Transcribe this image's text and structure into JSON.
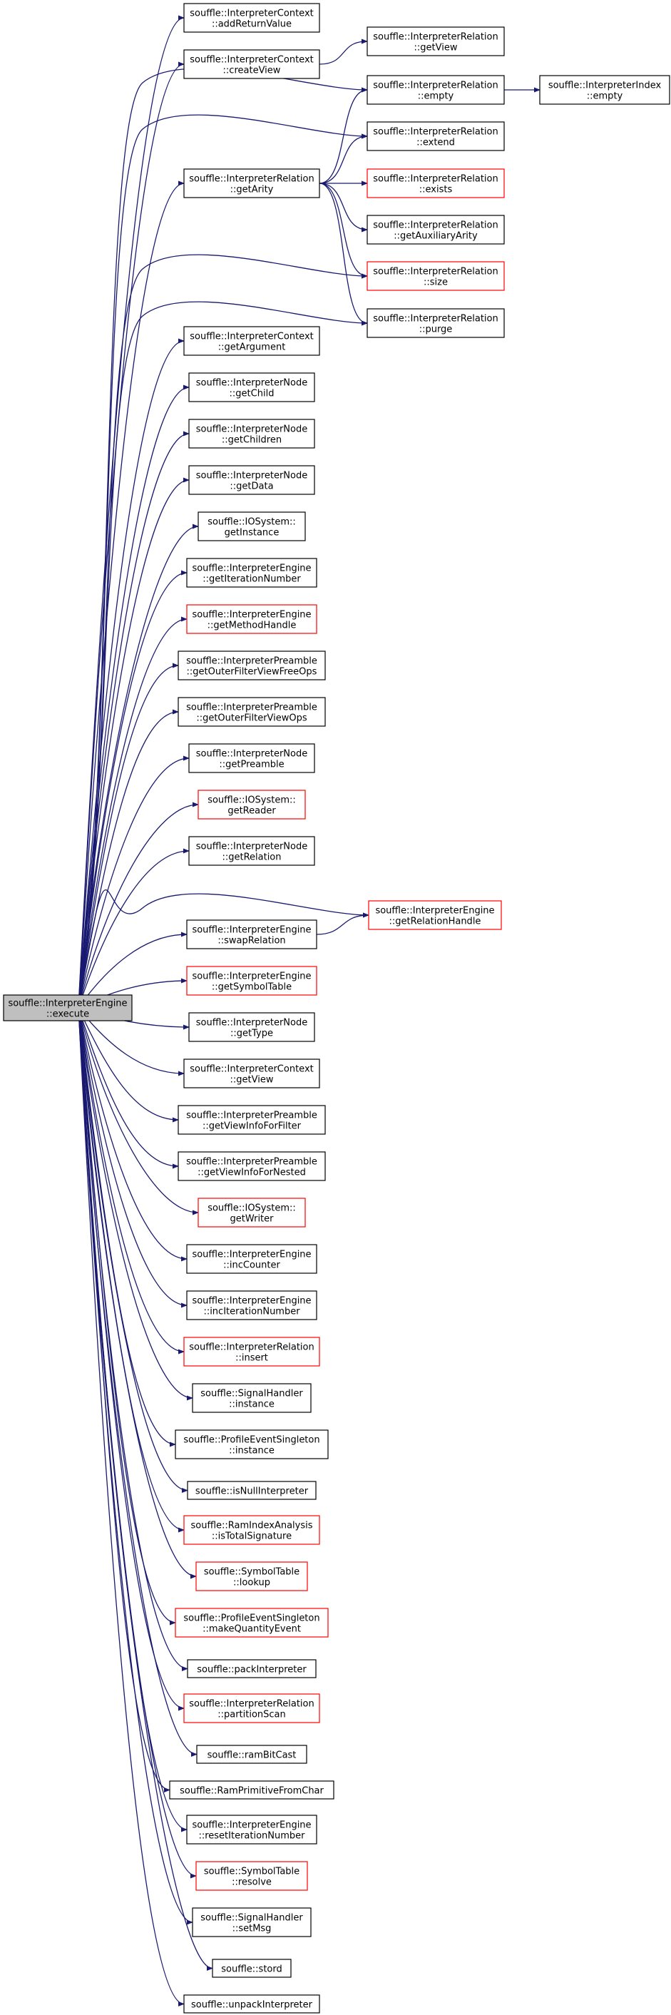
{
  "colors": {
    "edge": "#191970",
    "node_border": "#000000",
    "node_border_incomplete": "#ff0000",
    "root_fill": "#bfbfbf",
    "background": "#ffffff"
  },
  "nodes": [
    {
      "id": "execute",
      "lines": [
        "souffle::InterpreterEngine",
        "::execute"
      ],
      "root": true
    },
    {
      "id": "addReturnValue",
      "lines": [
        "souffle::InterpreterContext",
        "::addReturnValue"
      ]
    },
    {
      "id": "createView",
      "lines": [
        "souffle::InterpreterContext",
        "::createView"
      ]
    },
    {
      "id": "getView_rel",
      "lines": [
        "souffle::InterpreterRelation",
        "::getView"
      ]
    },
    {
      "id": "empty_rel",
      "lines": [
        "souffle::InterpreterRelation",
        "::empty"
      ]
    },
    {
      "id": "empty_idx",
      "lines": [
        "souffle::InterpreterIndex",
        "::empty"
      ]
    },
    {
      "id": "extend",
      "lines": [
        "souffle::InterpreterRelation",
        "::extend"
      ]
    },
    {
      "id": "getArity",
      "lines": [
        "souffle::InterpreterRelation",
        "::getArity"
      ]
    },
    {
      "id": "exists",
      "lines": [
        "souffle::InterpreterRelation",
        "::exists"
      ],
      "red": true
    },
    {
      "id": "getAuxiliaryArity",
      "lines": [
        "souffle::InterpreterRelation",
        "::getAuxiliaryArity"
      ]
    },
    {
      "id": "size",
      "lines": [
        "souffle::InterpreterRelation",
        "::size"
      ],
      "red": true
    },
    {
      "id": "purge",
      "lines": [
        "souffle::InterpreterRelation",
        "::purge"
      ]
    },
    {
      "id": "getArgument",
      "lines": [
        "souffle::InterpreterContext",
        "::getArgument"
      ]
    },
    {
      "id": "getChild",
      "lines": [
        "souffle::InterpreterNode",
        "::getChild"
      ]
    },
    {
      "id": "getChildren",
      "lines": [
        "souffle::InterpreterNode",
        "::getChildren"
      ]
    },
    {
      "id": "getData",
      "lines": [
        "souffle::InterpreterNode",
        "::getData"
      ]
    },
    {
      "id": "getInstance",
      "lines": [
        "souffle::IOSystem::",
        "getInstance"
      ]
    },
    {
      "id": "getIterationNumber",
      "lines": [
        "souffle::InterpreterEngine",
        "::getIterationNumber"
      ]
    },
    {
      "id": "getMethodHandle",
      "lines": [
        "souffle::InterpreterEngine",
        "::getMethodHandle"
      ],
      "red": true
    },
    {
      "id": "getOuterFilterViewFreeOps",
      "lines": [
        "souffle::InterpreterPreamble",
        "::getOuterFilterViewFreeOps"
      ]
    },
    {
      "id": "getOuterFilterViewOps",
      "lines": [
        "souffle::InterpreterPreamble",
        "::getOuterFilterViewOps"
      ]
    },
    {
      "id": "getPreamble",
      "lines": [
        "souffle::InterpreterNode",
        "::getPreamble"
      ]
    },
    {
      "id": "getReader",
      "lines": [
        "souffle::IOSystem::",
        "getReader"
      ],
      "red": true
    },
    {
      "id": "getRelation",
      "lines": [
        "souffle::InterpreterNode",
        "::getRelation"
      ]
    },
    {
      "id": "getRelationHandle",
      "lines": [
        "souffle::InterpreterEngine",
        "::getRelationHandle"
      ],
      "red": true
    },
    {
      "id": "swapRelation",
      "lines": [
        "souffle::InterpreterEngine",
        "::swapRelation"
      ]
    },
    {
      "id": "getSymbolTable",
      "lines": [
        "souffle::InterpreterEngine",
        "::getSymbolTable"
      ],
      "red": true
    },
    {
      "id": "getType",
      "lines": [
        "souffle::InterpreterNode",
        "::getType"
      ]
    },
    {
      "id": "getView_ctx",
      "lines": [
        "souffle::InterpreterContext",
        "::getView"
      ]
    },
    {
      "id": "getViewInfoForFilter",
      "lines": [
        "souffle::InterpreterPreamble",
        "::getViewInfoForFilter"
      ]
    },
    {
      "id": "getViewInfoForNested",
      "lines": [
        "souffle::InterpreterPreamble",
        "::getViewInfoForNested"
      ]
    },
    {
      "id": "getWriter",
      "lines": [
        "souffle::IOSystem::",
        "getWriter"
      ],
      "red": true
    },
    {
      "id": "incCounter",
      "lines": [
        "souffle::InterpreterEngine",
        "::incCounter"
      ]
    },
    {
      "id": "incIterationNumber",
      "lines": [
        "souffle::InterpreterEngine",
        "::incIterationNumber"
      ]
    },
    {
      "id": "insert",
      "lines": [
        "souffle::InterpreterRelation",
        "::insert"
      ],
      "red": true
    },
    {
      "id": "sh_instance",
      "lines": [
        "souffle::SignalHandler",
        "::instance"
      ]
    },
    {
      "id": "pe_instance",
      "lines": [
        "souffle::ProfileEventSingleton",
        "::instance"
      ]
    },
    {
      "id": "isNullInterpreter",
      "lines": [
        "souffle::isNullInterpreter"
      ]
    },
    {
      "id": "isTotalSignature",
      "lines": [
        "souffle::RamIndexAnalysis",
        "::isTotalSignature"
      ],
      "red": true
    },
    {
      "id": "lookup",
      "lines": [
        "souffle::SymbolTable",
        "::lookup"
      ],
      "red": true
    },
    {
      "id": "makeQuantityEvent",
      "lines": [
        "souffle::ProfileEventSingleton",
        "::makeQuantityEvent"
      ],
      "red": true
    },
    {
      "id": "packInterpreter",
      "lines": [
        "souffle::packInterpreter"
      ]
    },
    {
      "id": "partitionScan",
      "lines": [
        "souffle::InterpreterRelation",
        "::partitionScan"
      ],
      "red": true
    },
    {
      "id": "ramBitCast",
      "lines": [
        "souffle::ramBitCast"
      ]
    },
    {
      "id": "RamPrimitiveFromChar",
      "lines": [
        "souffle::RamPrimitiveFromChar"
      ]
    },
    {
      "id": "resetIterationNumber",
      "lines": [
        "souffle::InterpreterEngine",
        "::resetIterationNumber"
      ]
    },
    {
      "id": "resolve",
      "lines": [
        "souffle::SymbolTable",
        "::resolve"
      ],
      "red": true
    },
    {
      "id": "setMsg",
      "lines": [
        "souffle::SignalHandler",
        "::setMsg"
      ]
    },
    {
      "id": "stord",
      "lines": [
        "souffle::stord"
      ]
    },
    {
      "id": "unpackInterpreter",
      "lines": [
        "souffle::unpackInterpreter"
      ]
    }
  ],
  "edges": [
    [
      "execute",
      "addReturnValue"
    ],
    [
      "execute",
      "createView"
    ],
    [
      "execute",
      "empty_rel"
    ],
    [
      "execute",
      "extend"
    ],
    [
      "execute",
      "getArity"
    ],
    [
      "execute",
      "size"
    ],
    [
      "execute",
      "purge"
    ],
    [
      "execute",
      "getArgument"
    ],
    [
      "execute",
      "getChild"
    ],
    [
      "execute",
      "getChildren"
    ],
    [
      "execute",
      "getData"
    ],
    [
      "execute",
      "getInstance"
    ],
    [
      "execute",
      "getIterationNumber"
    ],
    [
      "execute",
      "getMethodHandle"
    ],
    [
      "execute",
      "getOuterFilterViewFreeOps"
    ],
    [
      "execute",
      "getOuterFilterViewOps"
    ],
    [
      "execute",
      "getPreamble"
    ],
    [
      "execute",
      "getReader"
    ],
    [
      "execute",
      "getRelation"
    ],
    [
      "execute",
      "getRelationHandle"
    ],
    [
      "execute",
      "swapRelation"
    ],
    [
      "execute",
      "getSymbolTable"
    ],
    [
      "execute",
      "getType"
    ],
    [
      "execute",
      "getView_ctx"
    ],
    [
      "execute",
      "getViewInfoForFilter"
    ],
    [
      "execute",
      "getViewInfoForNested"
    ],
    [
      "execute",
      "getWriter"
    ],
    [
      "execute",
      "incCounter"
    ],
    [
      "execute",
      "incIterationNumber"
    ],
    [
      "execute",
      "insert"
    ],
    [
      "execute",
      "sh_instance"
    ],
    [
      "execute",
      "pe_instance"
    ],
    [
      "execute",
      "isNullInterpreter"
    ],
    [
      "execute",
      "isTotalSignature"
    ],
    [
      "execute",
      "lookup"
    ],
    [
      "execute",
      "makeQuantityEvent"
    ],
    [
      "execute",
      "packInterpreter"
    ],
    [
      "execute",
      "partitionScan"
    ],
    [
      "execute",
      "ramBitCast"
    ],
    [
      "execute",
      "RamPrimitiveFromChar"
    ],
    [
      "execute",
      "resetIterationNumber"
    ],
    [
      "execute",
      "resolve"
    ],
    [
      "execute",
      "setMsg"
    ],
    [
      "execute",
      "stord"
    ],
    [
      "execute",
      "unpackInterpreter"
    ],
    [
      "createView",
      "getView_rel"
    ],
    [
      "empty_rel",
      "empty_idx"
    ],
    [
      "getArity",
      "empty_rel"
    ],
    [
      "getArity",
      "extend"
    ],
    [
      "getArity",
      "exists"
    ],
    [
      "getArity",
      "getAuxiliaryArity"
    ],
    [
      "getArity",
      "size"
    ],
    [
      "getArity",
      "purge"
    ],
    [
      "swapRelation",
      "getRelationHandle"
    ]
  ]
}
